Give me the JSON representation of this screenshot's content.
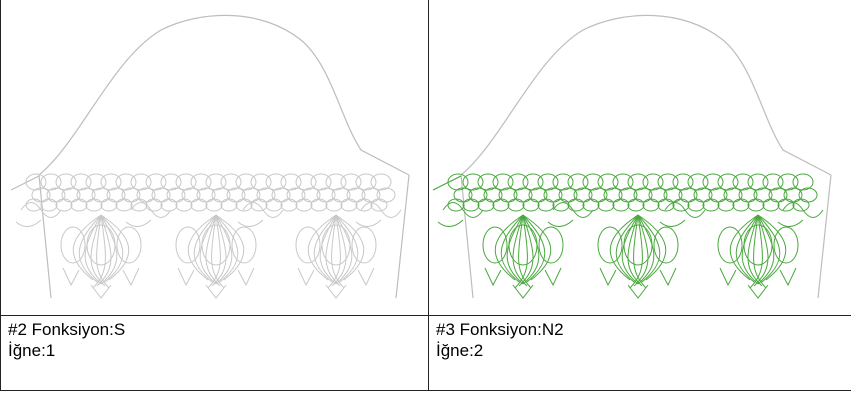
{
  "panels": [
    {
      "function_label": "#2 Fonksiyon:S",
      "needle_label": "İğne:1",
      "color": "#c8c8c8"
    },
    {
      "function_label": "#3 Fonksiyon:N2",
      "needle_label": "İğne:2",
      "color": "#4aa83e"
    }
  ]
}
